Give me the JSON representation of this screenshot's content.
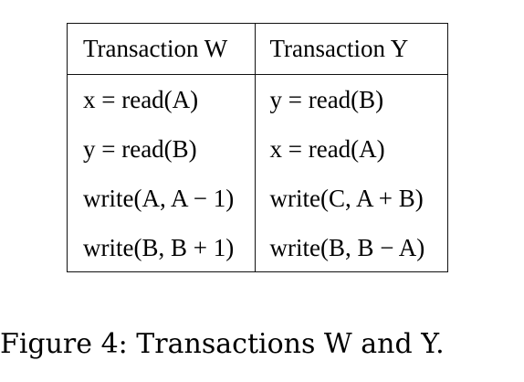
{
  "table": {
    "headers": [
      "Transaction W",
      "Transaction Y"
    ],
    "rows": [
      [
        "x = read(A)",
        "y = read(B)"
      ],
      [
        "y = read(B)",
        "x = read(A)"
      ],
      [
        "write(A, A − 1)",
        "write(C, A + B)"
      ],
      [
        "write(B, B + 1)",
        "write(B, B − A)"
      ]
    ]
  },
  "caption": "Figure 4: Transactions W and Y."
}
